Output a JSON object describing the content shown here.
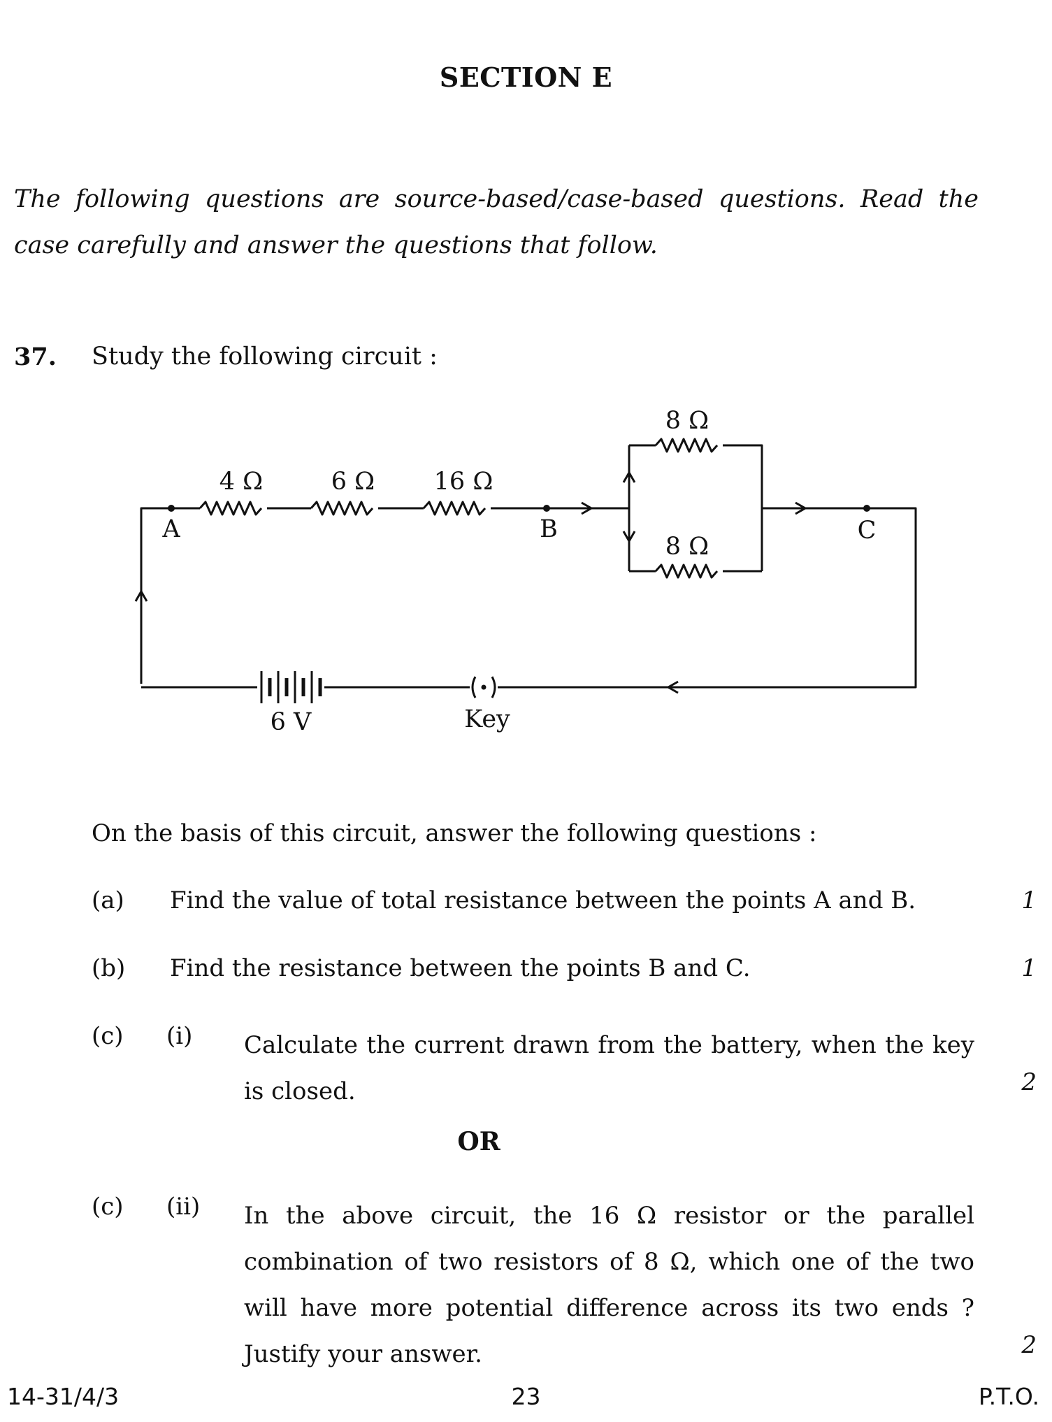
{
  "section_title": "SECTION E",
  "instructions": "The following questions are source-based/case-based questions. Read the case carefully and answer the questions that follow.",
  "question": {
    "number": "37.",
    "prompt": "Study the following circuit :",
    "circuit": {
      "resistors_series": [
        "4 Ω",
        "6 Ω",
        "16 Ω"
      ],
      "resistor_parallel_top": "8 Ω",
      "resistor_parallel_bottom": "8 Ω",
      "point_a": "A",
      "point_b": "B",
      "point_c": "C",
      "battery_label": "6 V",
      "key_label": "Key"
    },
    "intro": "On the basis of this circuit, answer the following questions :",
    "parts": {
      "a": {
        "label": "(a)",
        "text": "Find the value of total resistance between the points A and B.",
        "marks": "1"
      },
      "b": {
        "label": "(b)",
        "text": "Find the resistance between the points B and C.",
        "marks": "1"
      },
      "c1": {
        "label": "(c)",
        "sub": "(i)",
        "text": "Calculate the current drawn from the battery, when the key is closed.",
        "marks": "2"
      },
      "or": "OR",
      "c2": {
        "label": "(c)",
        "sub": "(ii)",
        "text": "In the above circuit, the 16 Ω resistor or the parallel combination of two resistors of 8 Ω, which one of the two will have more potential difference across its two ends ? Justify your answer.",
        "marks": "2"
      }
    }
  },
  "footer": {
    "code": "14-31/4/3",
    "page": "23",
    "pto": "P.T.O."
  }
}
